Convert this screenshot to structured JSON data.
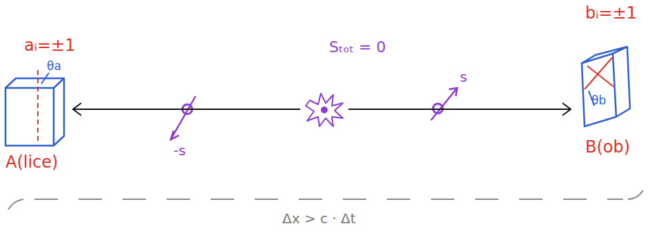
{
  "diagram": {
    "nodes": [
      {
        "text": [
          "aᵢ=±1",
          "θa",
          "A(lice)"
        ]
      },
      {
        "text": [
          "Sₜₒₜ = 0"
        ]
      },
      {
        "text": [
          "bᵢ=±1",
          "θb",
          "B(ob)"
        ]
      }
    ],
    "edges": [
      {
        "from": 1,
        "to": 0,
        "arrow": "to"
      },
      {
        "from": 1,
        "to": 2,
        "arrow": "to"
      }
    ],
    "labels": [
      "-s",
      "s",
      "Δx > c · Δt"
    ]
  }
}
